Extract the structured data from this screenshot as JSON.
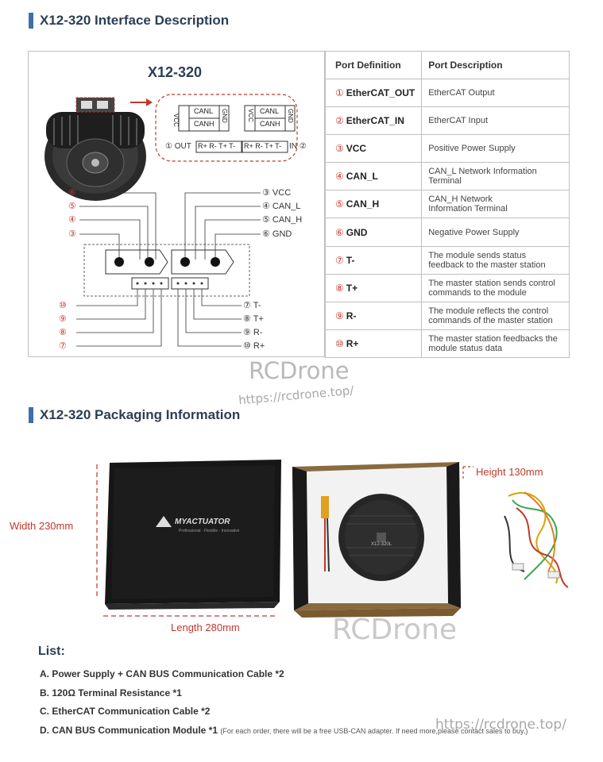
{
  "sections": {
    "interface_title": "X12-320 Interface Description",
    "packaging_title": "X12-320 Packaging Information"
  },
  "diagram": {
    "model": "X12-320",
    "connector_labels": {
      "left_left": "VCC",
      "left_top": "CANL",
      "left_bottom": "CANH",
      "left_right": "GND",
      "right_left": "VCC",
      "right_top": "CANL",
      "right_bottom": "CANH",
      "right_right": "GND"
    },
    "out_label": "① OUT",
    "in_label": "IN ②",
    "pins_out": "R+ R- T+ T-",
    "pins_in": "R+ R- T+ T-",
    "left_numbers_top": [
      "⑥",
      "⑤",
      "④",
      "③"
    ],
    "right_labels_top": [
      "③ VCC",
      "④ CAN_L",
      "⑤ CAN_H",
      "⑥ GND"
    ],
    "left_numbers_bottom": [
      "⑩",
      "⑨",
      "⑧",
      "⑦"
    ],
    "right_labels_bottom": [
      "⑦ T-",
      "⑧ T+",
      "⑨ R-",
      "⑩ R+"
    ]
  },
  "table": {
    "headers": [
      "Port Definition",
      "Port Description"
    ],
    "rows": [
      {
        "num": "①",
        "name": "EtherCAT_OUT",
        "desc": "EtherCAT Output"
      },
      {
        "num": "②",
        "name": "EtherCAT_IN",
        "desc": "EtherCAT Input"
      },
      {
        "num": "③",
        "name": "VCC",
        "desc": "Positive Power Supply"
      },
      {
        "num": "④",
        "name": "CAN_L",
        "desc": "CAN_L Network Information Terminal"
      },
      {
        "num": "⑤",
        "name": "CAN_H",
        "desc": "CAN_H Network Information Terminal"
      },
      {
        "num": "⑥",
        "name": "GND",
        "desc": "Negative Power Supply"
      },
      {
        "num": "⑦",
        "name": "T-",
        "desc": "The module sends status feedback to the master station"
      },
      {
        "num": "⑧",
        "name": "T+",
        "desc": "The master station sends control commands to the module"
      },
      {
        "num": "⑨",
        "name": "R-",
        "desc": "The module reflects the control commands of the master station"
      },
      {
        "num": "⑩",
        "name": "R+",
        "desc": "The master station feedbacks the module status data"
      }
    ]
  },
  "watermark": {
    "brand": "RCDrone",
    "url": "https://rcdrone.top/"
  },
  "packaging": {
    "width": "Width 230mm",
    "length": "Length 280mm",
    "height": "Height  130mm",
    "box_logo": "MYACTUATOR",
    "box_tagline": "Professional · Flexible · Innovative",
    "motor_label": "X12-320L"
  },
  "list": {
    "title": "List:",
    "items": [
      {
        "text": "A.  Power Supply + CAN BUS Communication Cable  *2",
        "note": ""
      },
      {
        "text": "B.  120Ω Terminal Resistance  *1",
        "note": ""
      },
      {
        "text": "C.  EtherCAT Communication Cable  *2",
        "note": ""
      },
      {
        "text": "D.  CAN BUS Communication Module  *1",
        "note": "(For each order, there will be a free USB-CAN adapter. If need more,please contact sales to buy.)"
      }
    ]
  }
}
